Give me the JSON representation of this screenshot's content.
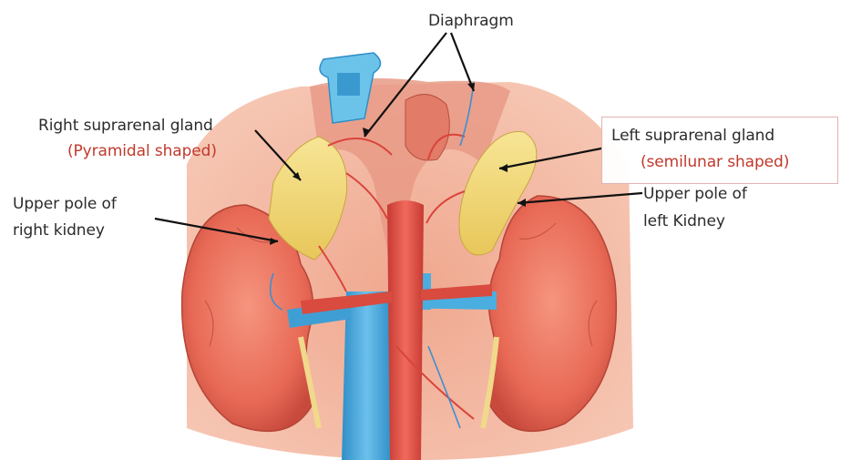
{
  "labels": {
    "diaphragm": "Diaphragm",
    "right_gland": "Right suprarenal gland",
    "right_gland_shape": "(Pyramidal shaped)",
    "right_pole_line1": "Upper pole of",
    "right_pole_line2": "right kidney",
    "left_gland": "Left suprarenal gland",
    "left_gland_shape": "(semilunar shaped)",
    "left_pole_line1": "Upper pole of",
    "left_pole_line2": "left Kidney"
  },
  "colors": {
    "kidney": "#e8705d",
    "adrenal": "#f0d676",
    "vein": "#4aa8d8",
    "artery": "#d9443b",
    "subtitle_text": "#c0392b",
    "text": "#2b2b2b"
  }
}
